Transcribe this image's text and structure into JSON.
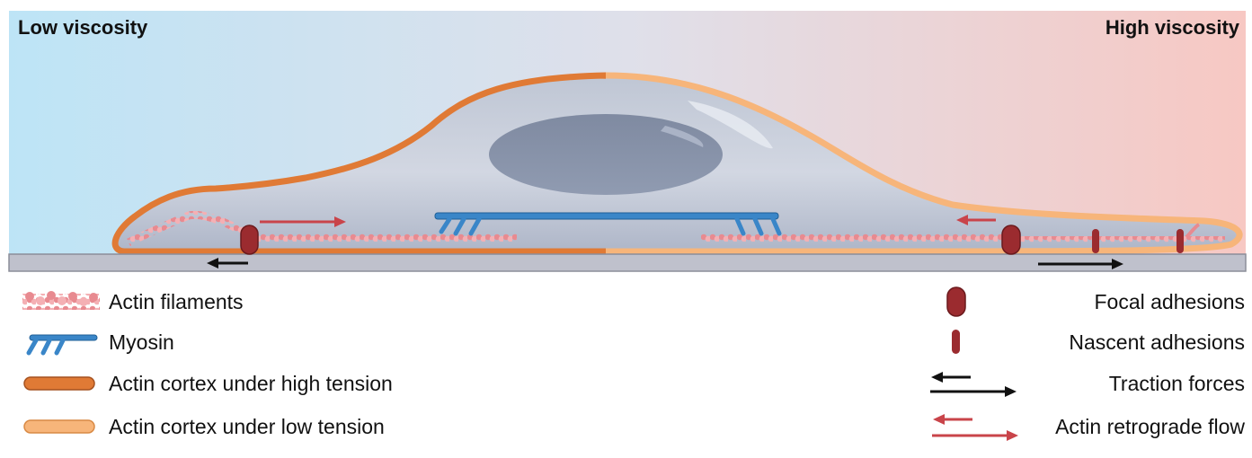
{
  "header": {
    "low_label": "Low viscosity",
    "high_label": "High viscosity"
  },
  "legend": {
    "left": [
      {
        "label": "Actin filaments",
        "icon": "actin-filament-icon"
      },
      {
        "label": "Myosin",
        "icon": "myosin-icon"
      },
      {
        "label": "Actin cortex under high tension",
        "icon": "high-tension-cortex-icon"
      },
      {
        "label": "Actin cortex under low tension",
        "icon": "low-tension-cortex-icon"
      }
    ],
    "right": [
      {
        "label": "Focal adhesions",
        "icon": "focal-adhesion-icon"
      },
      {
        "label": "Nascent adhesions",
        "icon": "nascent-adhesion-icon"
      },
      {
        "label": "Traction forces",
        "icon": "traction-force-arrows-icon"
      },
      {
        "label": "Actin retrograde flow",
        "icon": "retrograde-flow-arrows-icon"
      }
    ]
  },
  "colors": {
    "low_viscosity_bg": "#bfe3f5",
    "high_viscosity_bg": "#f6c9c4",
    "high_tension_cortex": "#e07a35",
    "low_tension_cortex": "#f7b57a",
    "myosin": "#3a86c8",
    "actin": "#e98e95",
    "adhesion": "#9b2b2f",
    "traction_arrow": "#111111",
    "retrograde_arrow": "#c9444a",
    "substrate": "#bfc1cc"
  }
}
